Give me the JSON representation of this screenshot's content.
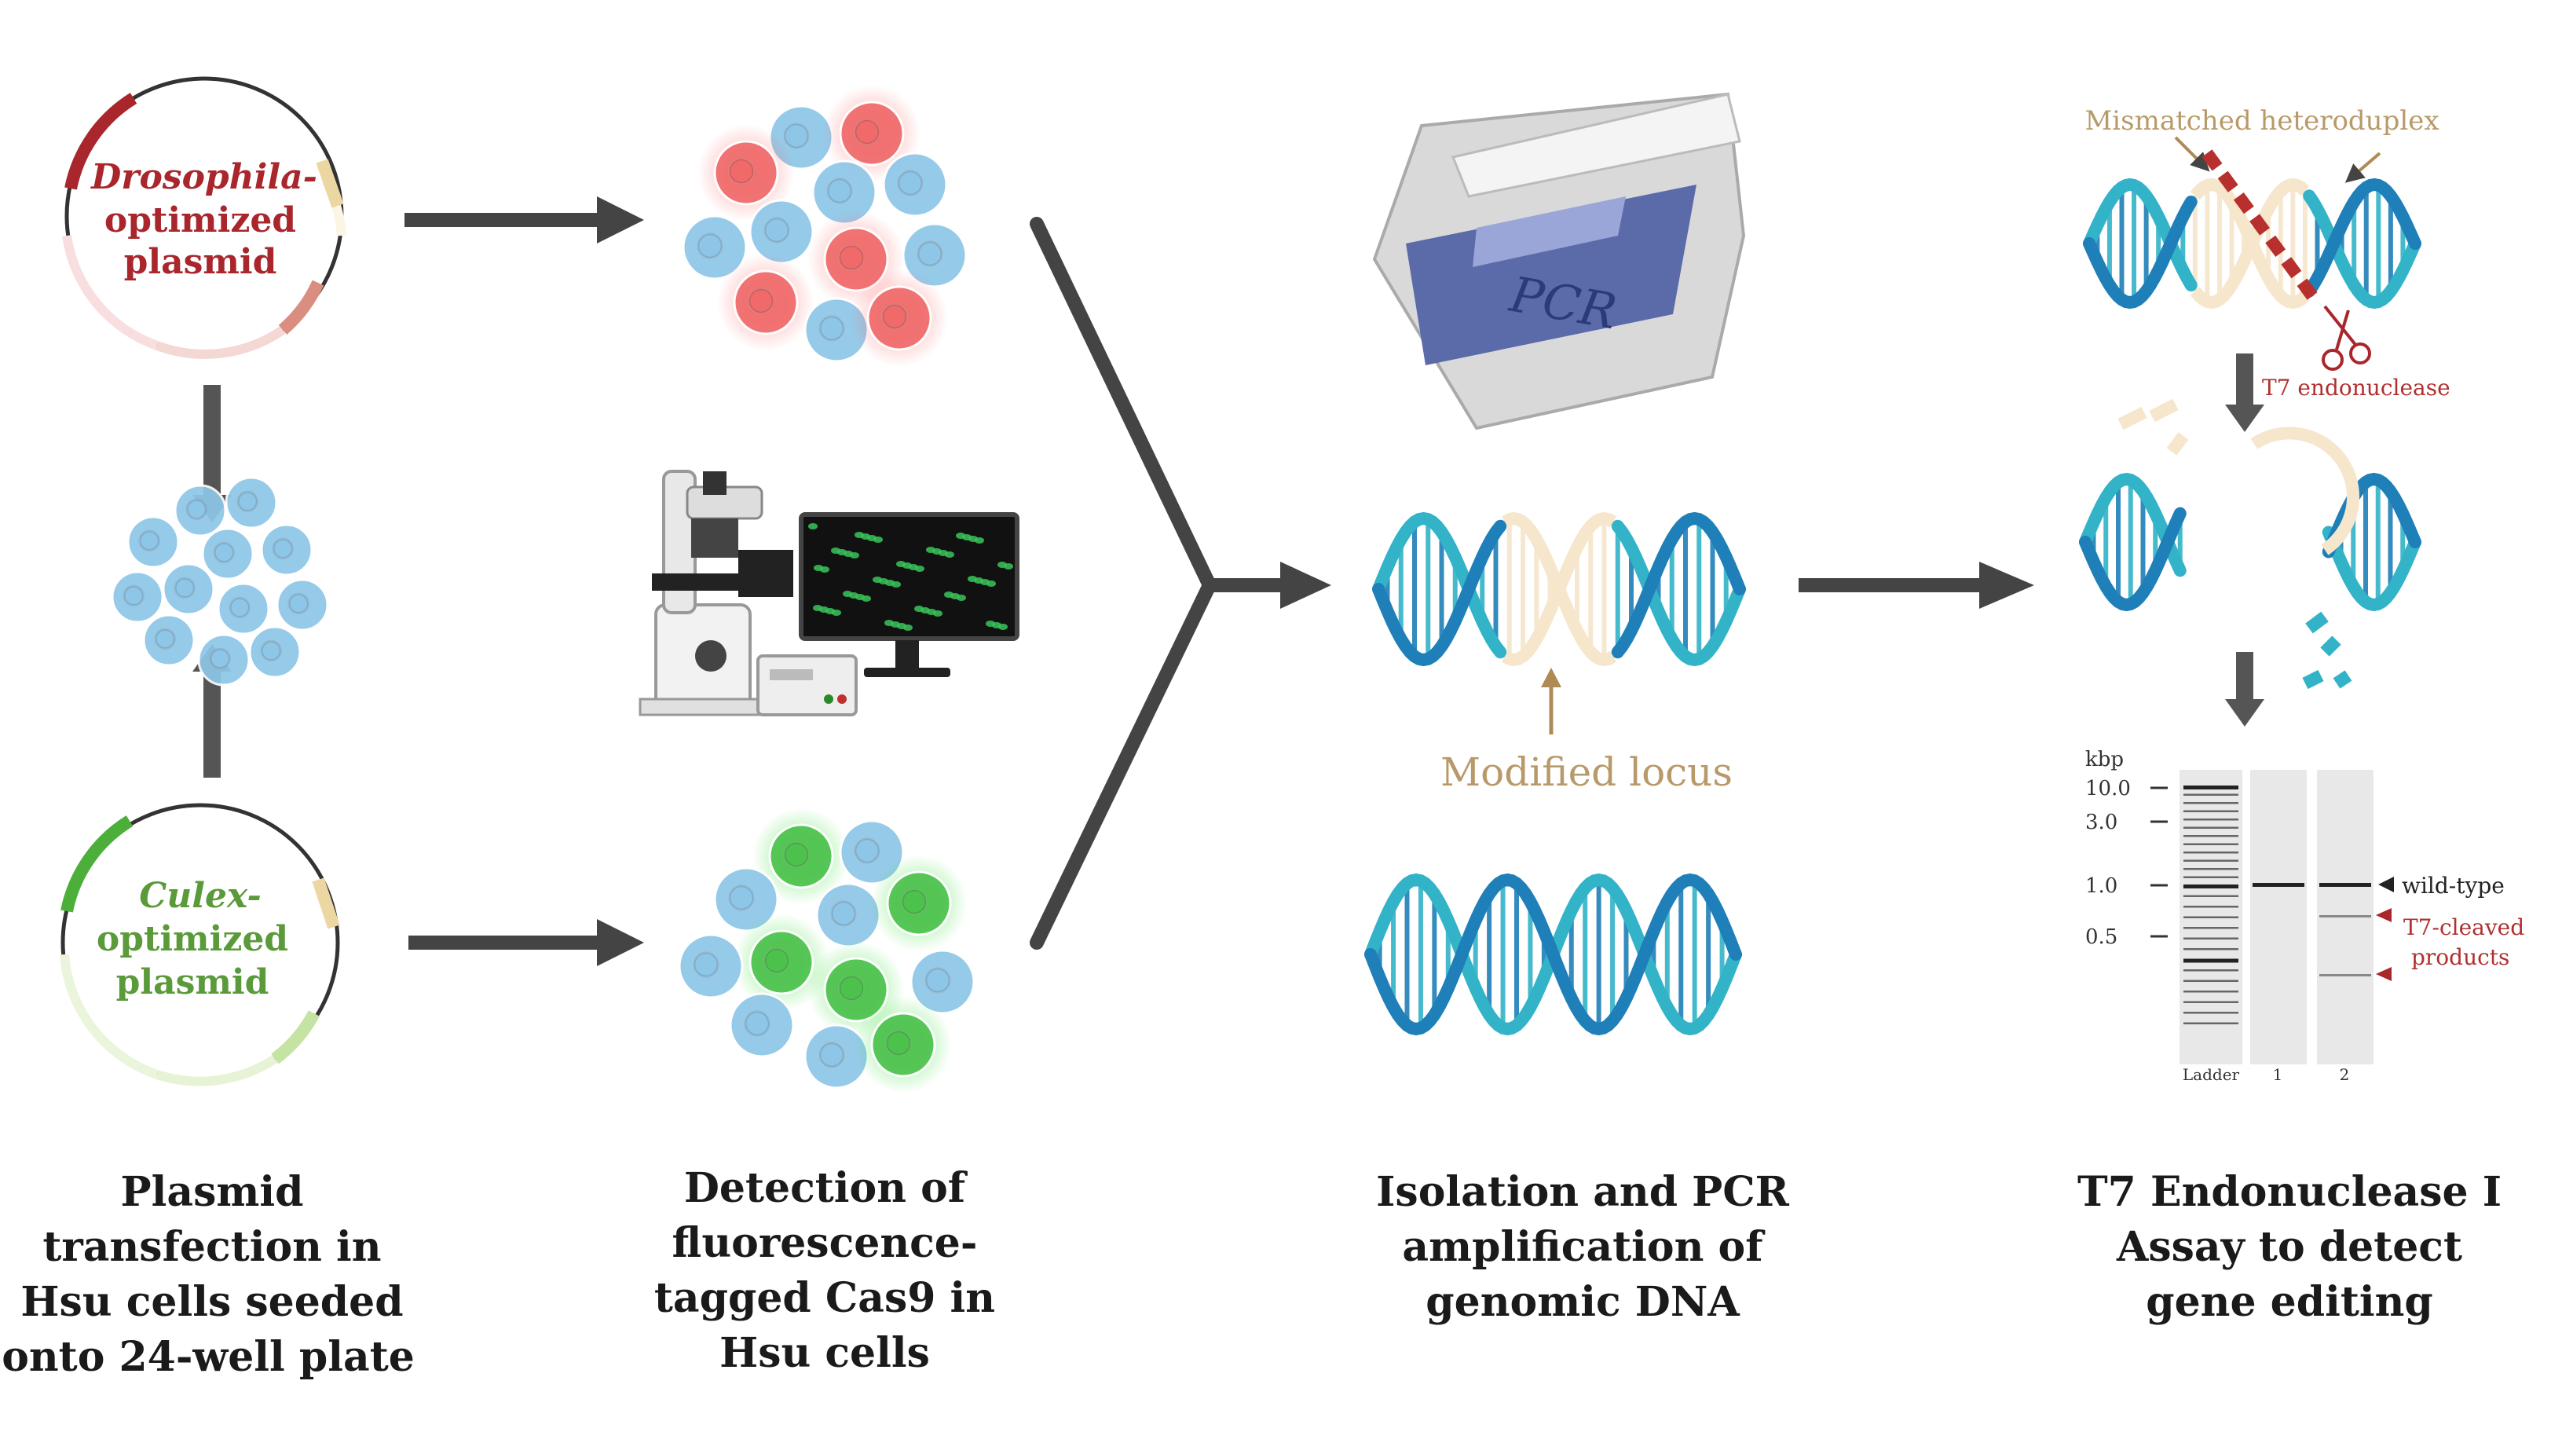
{
  "step1": {
    "plasmid_top_species": "Drosophila-",
    "plasmid_top_line2": "optimized",
    "plasmid_top_line3": "plasmid",
    "plasmid_bottom_species": "Culex-",
    "plasmid_bottom_line2": "optimized",
    "plasmid_bottom_line3": "plasmid",
    "caption": [
      "Plasmid",
      "transfection in",
      "Hsu cells seeded",
      "onto 24-well plate"
    ]
  },
  "step2": {
    "caption": [
      "Detection of",
      "fluorescence-",
      "tagged Cas9 in",
      "Hsu cells"
    ]
  },
  "step3": {
    "pcr_label": "PCR",
    "modified_locus": "Modified locus",
    "caption": [
      "Isolation and PCR",
      "amplification of",
      "genomic DNA"
    ]
  },
  "step4": {
    "mismatched_label": "Mismatched heteroduplex",
    "t7_label": "T7 endonuclease",
    "gel": {
      "unit": "kbp",
      "ladder_ticks": [
        "10.0",
        "3.0",
        "1.0",
        "0.5"
      ],
      "lane_labels": [
        "Ladder",
        "1",
        "2"
      ],
      "wild_type_label": "wild-type",
      "cleaved_label_line1": "T7-cleaved",
      "cleaved_label_line2": "products"
    },
    "caption": [
      "T7 Endonuclease I",
      "Assay to detect",
      "gene editing"
    ]
  },
  "colors": {
    "arrow": "#444444",
    "dna_dark": "#1f7fb8",
    "dna_light": "#33b3c8",
    "dna_modified": "#f6e6cc",
    "cell_blue": "#8ec6e8",
    "cell_red": "#f06a6a",
    "cell_green": "#4cc24c",
    "drosophila_red": "#a8262c",
    "culex_green": "#5a9a3a"
  }
}
